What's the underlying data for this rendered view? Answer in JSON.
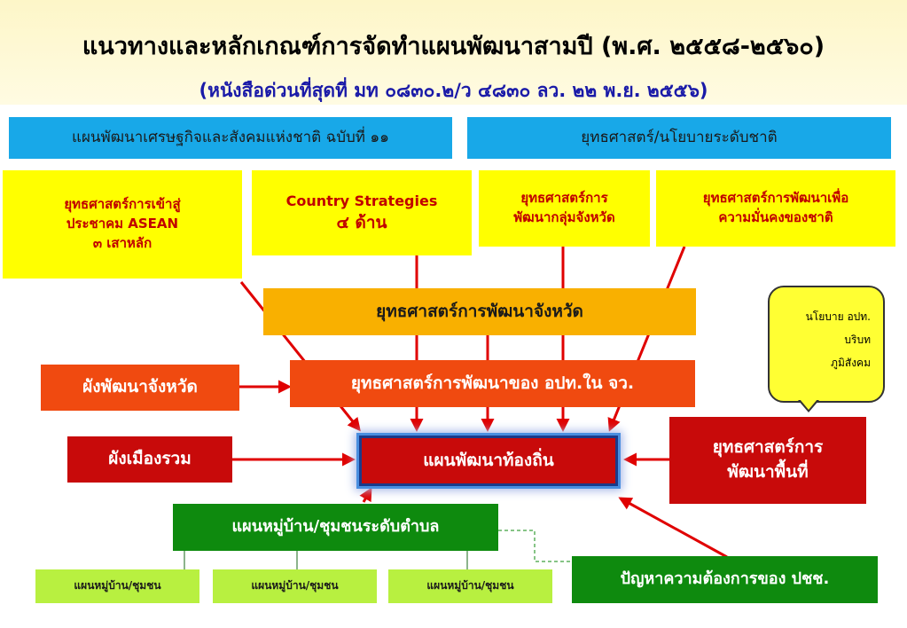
{
  "header": {
    "title": "แนวทางและหลักเกณฑ์การจัดทำแผนพัฒนาสามปี (พ.ศ. ๒๕๕๘-๒๕๖๐)",
    "subtitle": "(หนังสือด่วนที่สุดที่ มท ๐๘๓๐.๒/ว ๔๘๓๐ ลว. ๒๒ พ.ย. ๒๕๕๖)"
  },
  "nodes": {
    "national_plan": "แผนพัฒนาเศรษฐกิจและสังคมแห่งชาติ ฉบับที่ ๑๑",
    "national_strategy": "ยุทธศาสตร์/นโยบายระดับชาติ",
    "asean_strategy": [
      "ยุทธศาสตร์การเข้าสู่",
      "ประชาคม ASEAN",
      "๓ เสาหลัก"
    ],
    "country_strategies": [
      "Country Strategies",
      "๔ ด้าน"
    ],
    "province_group_strategy": [
      "ยุทธศาสตร์การ",
      "พัฒนากลุ่มจังหวัด"
    ],
    "security_strategy": [
      "ยุทธศาสตร์การพัฒนาเพื่อ",
      "ความมั่นคงของชาติ"
    ],
    "province_strategy": "ยุทธศาสตร์การพัฒนาจังหวัด",
    "province_layout": "ผังพัฒนาจังหวัด",
    "lao_strategy": "ยุทธศาสตร์การพัฒนาของ อปท.ใน จว.",
    "city_plan": "ผังเมืองรวม",
    "local_plan": "แผนพัฒนาท้องถิ่น",
    "area_strategy": [
      "ยุทธศาสตร์การ",
      "พัฒนาพื้นที่"
    ],
    "village_plan_subdistrict": "แผนหมู่บ้าน/ชุมชนระดับตำบล",
    "village_plans": [
      "แผนหมู่บ้าน/ชุมชน",
      "แผนหมู่บ้าน/ชุมชน",
      "แผนหมู่บ้าน/ชุมชน"
    ],
    "people_needs": "ปัญหาความต้องการของ ปชช."
  },
  "callout": [
    "นโยบาย อปท.",
    "บริบท",
    "ภูมิสังคม"
  ],
  "colors": {
    "blue": "#18a8e8",
    "yellow": "#ffff00",
    "orange": "#f9b000",
    "red_orange": "#f04a10",
    "dark_red": "#c80a0a",
    "green": "#0e8a0e",
    "lime": "#b8f040",
    "arrow": "#e00000"
  }
}
